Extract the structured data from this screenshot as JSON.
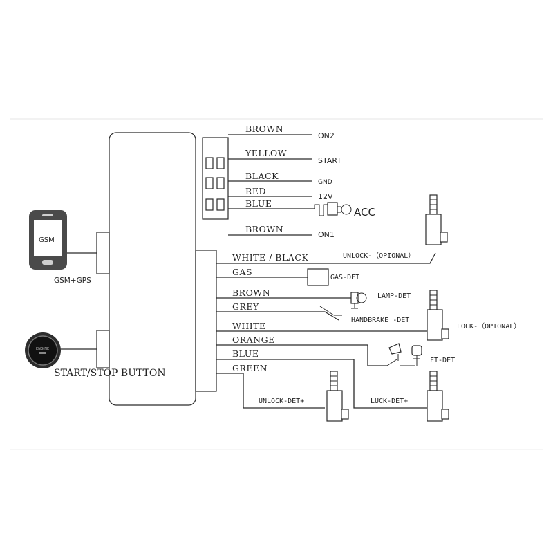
{
  "wires_top": [
    {
      "color": "BROWN",
      "dest": "ON2"
    },
    {
      "color": "YELLOW",
      "dest": "START"
    },
    {
      "color": "BLACK",
      "dest": "GND"
    },
    {
      "color": "RED",
      "dest": "12V"
    },
    {
      "color": "BLUE",
      "dest": "ACC"
    },
    {
      "color": "BROWN",
      "dest": "ON1"
    }
  ],
  "wires_bottom": [
    {
      "color": "WHITE / BLACK",
      "dest": "UNLOCK-（OPIONAL）"
    },
    {
      "color": "GAS",
      "dest": "GAS-DET"
    },
    {
      "color": "BROWN",
      "dest": "LAMP-DET"
    },
    {
      "color": "GREY",
      "dest": "HANDBRAKE -DET"
    },
    {
      "color": "WHITE",
      "dest": "LOCK-（OPIONAL）"
    },
    {
      "color": "ORANGE",
      "dest": "FT-DET"
    },
    {
      "color": "BLUE",
      "dest": "LUCK-DET+"
    },
    {
      "color": "GREEN",
      "dest": "UNLOCK-DET+"
    }
  ],
  "phone": {
    "screen_text": "GSM",
    "label": "GSM+GPS"
  },
  "start_button": {
    "label": "START/STOP BUTTON"
  },
  "colors": {
    "line": "#2a2a2a",
    "background": "#ffffff"
  }
}
